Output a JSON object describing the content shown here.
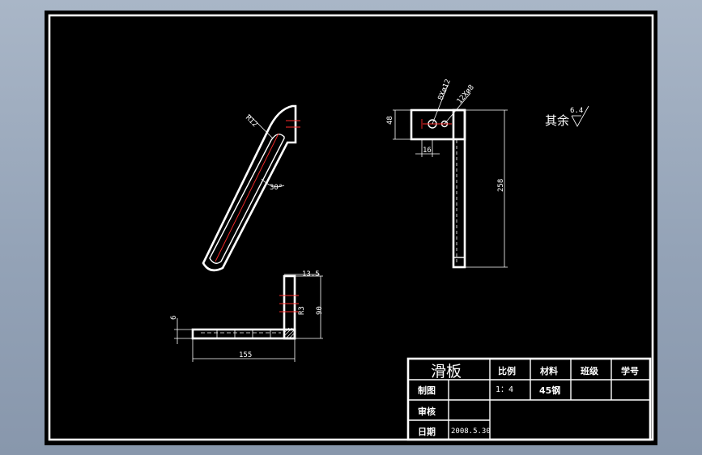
{
  "views": {
    "angled": {
      "radius_label": "R12",
      "angle_label": "30°"
    },
    "side": {
      "height_label": "48",
      "offset_label": "16",
      "hole1_label": "8Xø12",
      "hole2_label": "12Xø8",
      "length_label": "258"
    },
    "bottom": {
      "thickness_label": "6",
      "top_label": "13.5",
      "height_label": "90",
      "corner_label": "R3",
      "length_label": "155"
    },
    "roughness": {
      "label": "其余",
      "value": "6.4"
    }
  },
  "title_block": {
    "part_name": "滑板",
    "headers": [
      "比例",
      "材料",
      "班级",
      "学号"
    ],
    "scale": "1：4",
    "material": "45钢",
    "drawn_label": "制图",
    "checked_label": "审核",
    "date_label": "日期",
    "date_value": "2008.5.30"
  }
}
